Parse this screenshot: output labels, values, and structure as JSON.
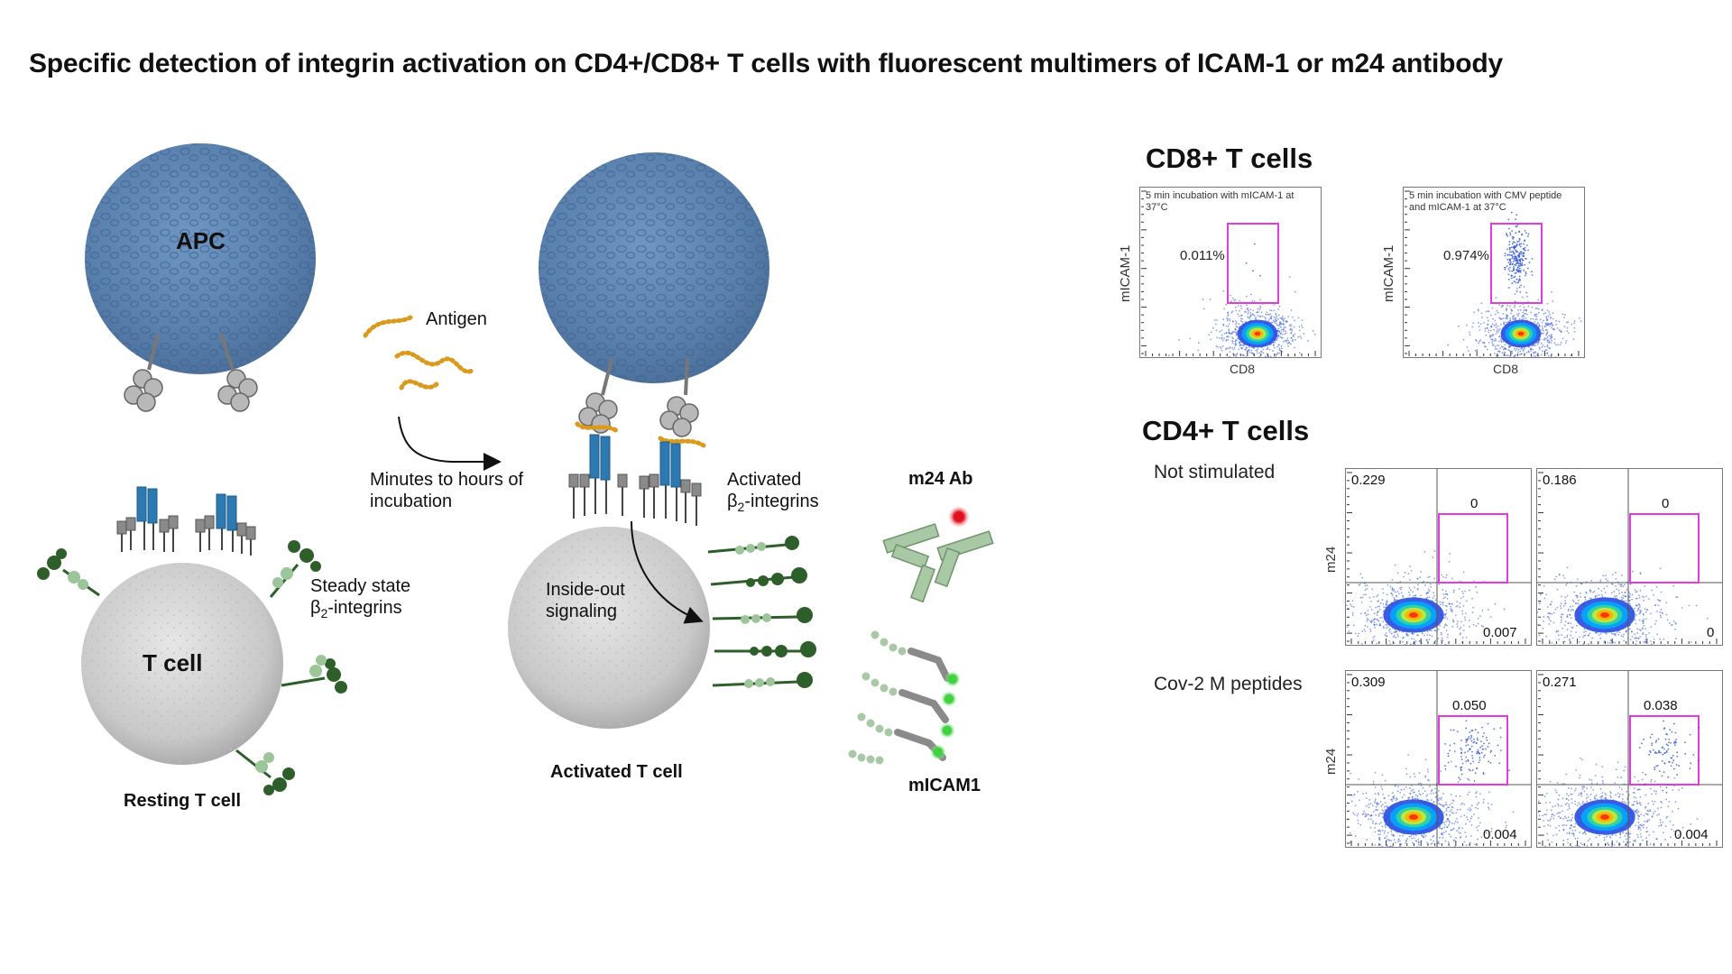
{
  "title": "Specific detection of integrin activation on CD4+/CD8+ T cells with fluorescent multimers of ICAM-1 or m24 antibody",
  "diagram": {
    "apc_label": "APC",
    "antigen_label": "Antigen",
    "arrow_label_line1": "Minutes to hours of",
    "arrow_label_line2": "incubation",
    "tcell_label": "T cell",
    "resting_label": "Resting T cell",
    "steady_label_line1": "Steady state",
    "steady_label_line2_prefix": "β",
    "steady_label_line2_sub": "2",
    "steady_label_line2_suffix": "-integrins",
    "activated_integrins_line1": "Activated",
    "activated_integrins_line2_prefix": "β",
    "activated_integrins_line2_sub": "2",
    "activated_integrins_line2_suffix": "-integrins",
    "inside_out_line1": "Inside-out",
    "inside_out_line2": "signaling",
    "activated_tcell_label": "Activated T cell",
    "m24_label": "m24 Ab",
    "micam_label": "mICAM1",
    "colors": {
      "apc_blue": "#5f86b5",
      "integrin_blue": "#2d79b2",
      "integrin_grey": "#8a8a8a",
      "leaf_dark_green": "#2e5e2a",
      "leaf_light_green": "#9cc59a",
      "antigen_orange": "#d99a1e",
      "gate_magenta": "#e23be0",
      "m24_red": "#e0121f",
      "micam_green": "#3fd13f"
    }
  },
  "cd8": {
    "heading": "CD8+ T cells",
    "plots": [
      {
        "note": "5 min incubation with mICAM-1 at 37°C",
        "percent": "0.011%",
        "ylabel": "mICAM-1",
        "xlabel": "CD8",
        "gate_density": 0.02
      },
      {
        "note": "5 min incubation with CMV peptide and mICAM-1 at 37°C",
        "percent": "0.974%",
        "ylabel": "mICAM-1",
        "xlabel": "CD8",
        "gate_density": 1.0
      }
    ]
  },
  "cd4": {
    "heading": "CD4+ T cells",
    "ylabel": "m24",
    "rows": [
      {
        "condition": "Not stimulated",
        "plots": [
          {
            "ul": "0.229",
            "gate": "0",
            "lr": "0.007"
          },
          {
            "ul": "0.186",
            "gate": "0",
            "lr": "0"
          }
        ]
      },
      {
        "condition": "Cov-2 M peptides",
        "plots": [
          {
            "ul": "0.309",
            "gate": "0.050",
            "lr": "0.004"
          },
          {
            "ul": "0.271",
            "gate": "0.038",
            "lr": "0.004"
          }
        ]
      }
    ]
  }
}
